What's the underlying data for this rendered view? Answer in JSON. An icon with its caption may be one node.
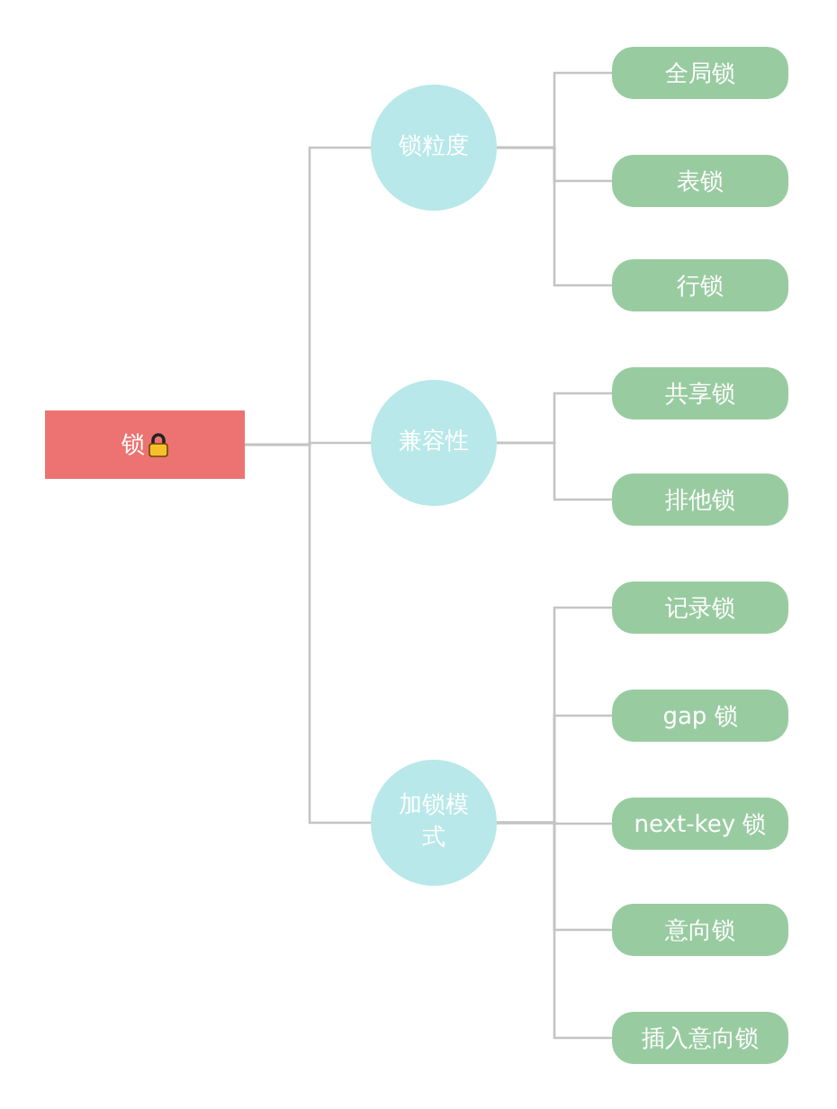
{
  "diagram": {
    "nodes": [
      {
        "text": [
          "锁"
        ]
      },
      {
        "text": [
          "锁粒度"
        ]
      },
      {
        "text": [
          "全局锁"
        ]
      },
      {
        "text": [
          "表锁"
        ]
      },
      {
        "text": [
          "行锁"
        ]
      },
      {
        "text": [
          "兼容性"
        ]
      },
      {
        "text": [
          "共享锁"
        ]
      },
      {
        "text": [
          "排他锁"
        ]
      },
      {
        "text": [
          "加锁模式"
        ]
      },
      {
        "text": [
          "记录锁"
        ]
      },
      {
        "text": [
          "gap 锁"
        ]
      },
      {
        "text": [
          "next-key 锁"
        ]
      },
      {
        "text": [
          "意向锁"
        ]
      },
      {
        "text": [
          "插入意向锁"
        ]
      }
    ],
    "edges": [
      {
        "from": 0,
        "to": 1,
        "arrow": "none"
      },
      {
        "from": 0,
        "to": 5,
        "arrow": "none"
      },
      {
        "from": 0,
        "to": 8,
        "arrow": "none"
      },
      {
        "from": 1,
        "to": 2,
        "arrow": "none"
      },
      {
        "from": 1,
        "to": 3,
        "arrow": "none"
      },
      {
        "from": 1,
        "to": 4,
        "arrow": "none"
      },
      {
        "from": 5,
        "to": 6,
        "arrow": "none"
      },
      {
        "from": 5,
        "to": 7,
        "arrow": "none"
      },
      {
        "from": 8,
        "to": 9,
        "arrow": "none"
      },
      {
        "from": 8,
        "to": 10,
        "arrow": "none"
      },
      {
        "from": 8,
        "to": 11,
        "arrow": "none"
      },
      {
        "from": 8,
        "to": 12,
        "arrow": "none"
      },
      {
        "from": 8,
        "to": 13,
        "arrow": "none"
      }
    ]
  }
}
